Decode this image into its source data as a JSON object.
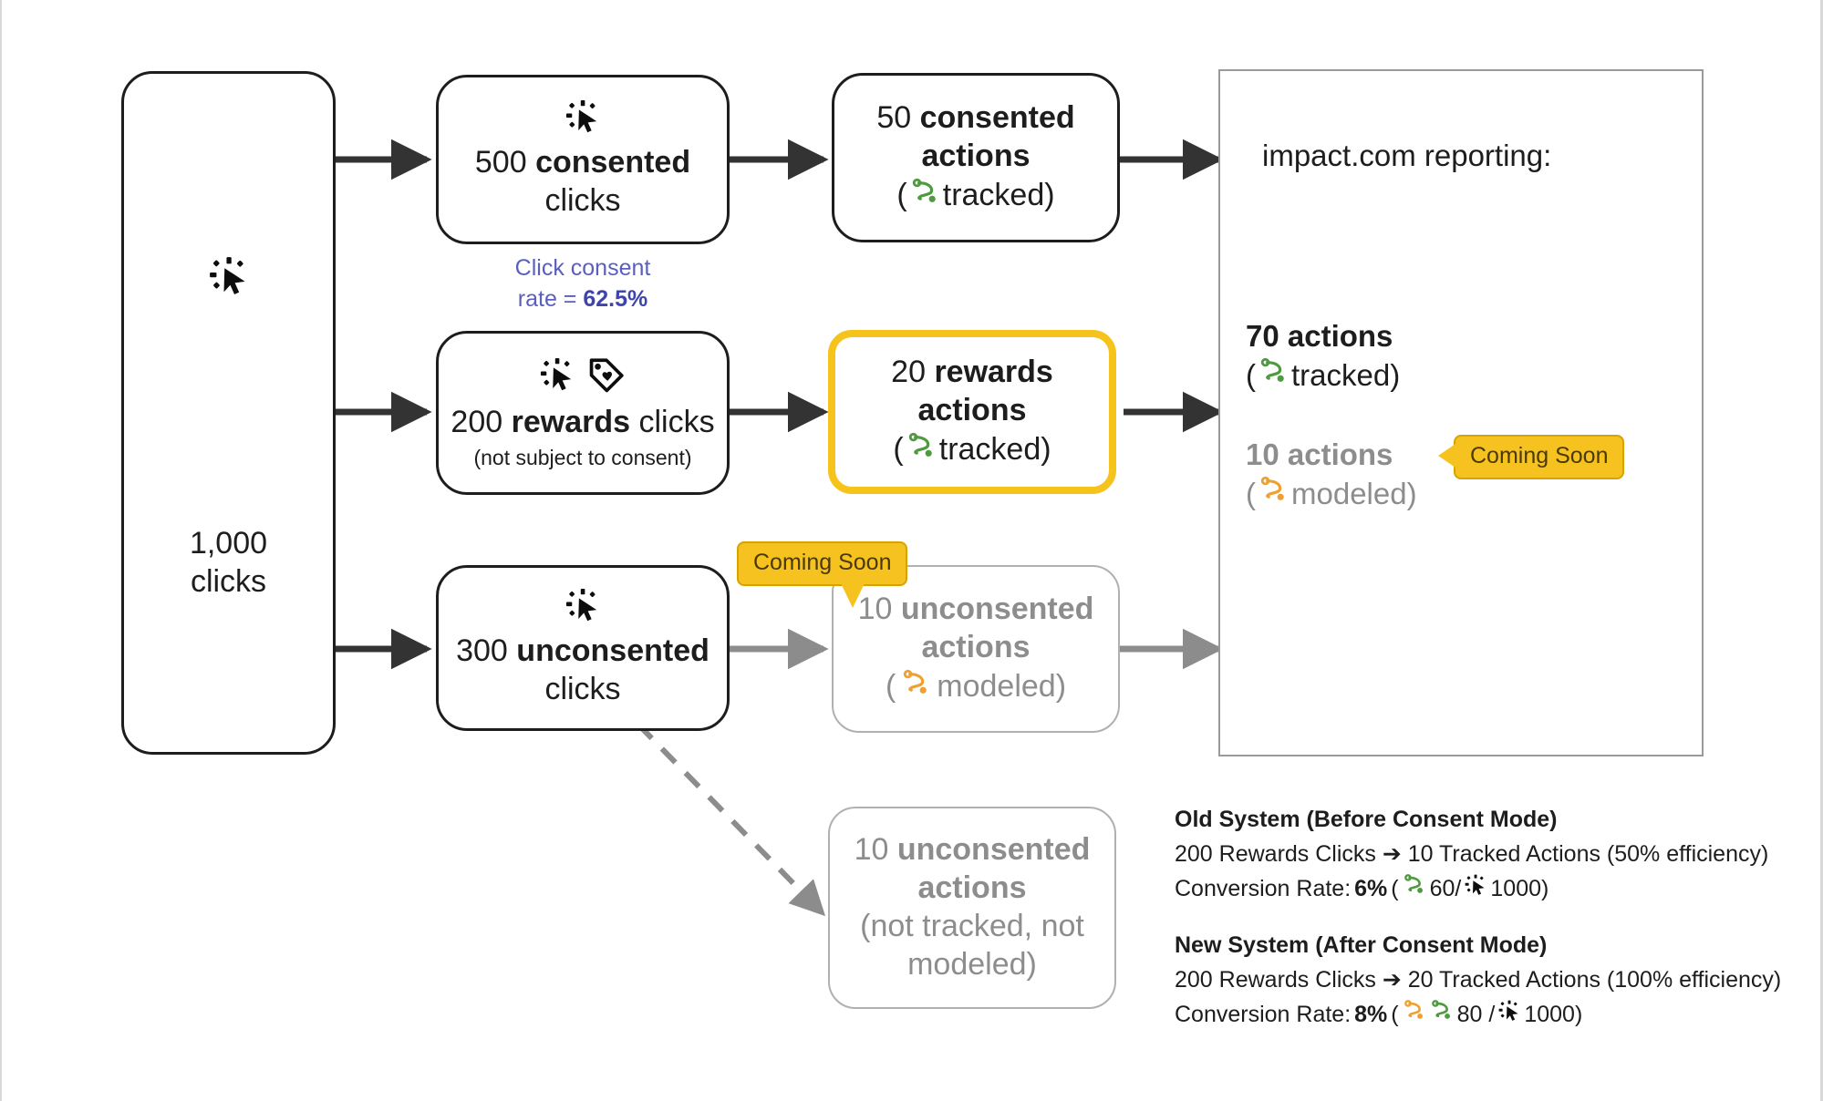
{
  "diagram": {
    "title": "Consent Mode click and action attribution flow",
    "colors": {
      "tracked_green": "#4e9a3e",
      "modeled_orange": "#f0a030",
      "highlight_yellow": "#f6c31c",
      "badge_yellow": "#f6c220",
      "consent_blue": "#5a5fbe",
      "muted_grey": "#8d8d8d",
      "ink": "#1d1d1d"
    },
    "source": {
      "icon": "cursor-click-icon",
      "value": "1,000",
      "label": "clicks"
    },
    "clicks_column": [
      {
        "id": "consented-clicks",
        "icons": [
          "cursor-click-icon"
        ],
        "value": "500",
        "strong": "consented",
        "label": "clicks",
        "note": null
      },
      {
        "id": "rewards-clicks",
        "icons": [
          "cursor-click-icon",
          "tag-heart-icon"
        ],
        "value": "200",
        "strong": "rewards",
        "label": "clicks",
        "note": "(not subject to consent)"
      },
      {
        "id": "unconsented-clicks",
        "icons": [
          "cursor-click-icon"
        ],
        "value": "300",
        "strong": "unconsented",
        "label": "clicks",
        "note": null
      }
    ],
    "consent_note": {
      "line1": "Click consent",
      "line2_prefix": "rate = ",
      "rate": "62.5%"
    },
    "actions_column": [
      {
        "id": "consented-actions",
        "value": "50",
        "strong": "consented",
        "label": "actions",
        "status_icon": "route-tracked-icon",
        "status": "( tracked)",
        "status_open": "(",
        "status_word": "tracked)",
        "highlighted": false,
        "muted": false
      },
      {
        "id": "rewards-actions",
        "value": "20",
        "strong": "rewards",
        "label": "actions",
        "status_icon": "route-tracked-icon",
        "status_open": "(",
        "status_word": "tracked)",
        "highlighted": true,
        "muted": false
      },
      {
        "id": "unconsented-actions-modeled",
        "value": "10",
        "strong": "unconsented",
        "label": "actions",
        "status_icon": "route-modeled-icon",
        "status_open": "(",
        "status_word": "modeled)",
        "highlighted": false,
        "muted": true
      }
    ],
    "dropped_node": {
      "id": "unconsented-actions-dropped",
      "value": "10",
      "strong": "unconsented",
      "label": "actions",
      "note_line1": "(not tracked, not",
      "note_line2": "modeled)"
    },
    "report_panel": {
      "title": "impact.com reporting:",
      "stats": [
        {
          "id": "tracked-total",
          "headline": "70 actions",
          "open": "(",
          "icon": "route-tracked-icon",
          "word": "tracked)",
          "muted": false
        },
        {
          "id": "modeled-total",
          "headline": "10 actions",
          "open": "(",
          "icon": "route-modeled-icon",
          "word": "modeled)",
          "muted": true
        }
      ]
    },
    "badges": [
      {
        "id": "badge-modeled-total",
        "label": "Coming Soon"
      },
      {
        "id": "badge-unconsented-actions",
        "label": "Coming Soon"
      }
    ],
    "legend": {
      "old": {
        "title": "Old System (Before Consent Mode)",
        "line2": "200 Rewards Clicks ➔ 10 Tracked Actions (50% efficiency)",
        "rate_prefix": "Conversion Rate: ",
        "rate": "6%",
        "paren_open": "(",
        "icons": [
          "route-tracked-icon"
        ],
        "numerator": "60/",
        "cursor_icon": "cursor-click-icon",
        "denominator": "1000)"
      },
      "new": {
        "title": "New System (After Consent Mode)",
        "line2": "200 Rewards Clicks ➔ 20 Tracked Actions (100% efficiency)",
        "rate_prefix": "Conversion Rate: ",
        "rate": "8%",
        "paren_open": "(",
        "icons": [
          "route-modeled-icon",
          "route-tracked-icon"
        ],
        "numerator": "80 /",
        "cursor_icon": "cursor-click-icon",
        "denominator": "1000)"
      }
    }
  }
}
